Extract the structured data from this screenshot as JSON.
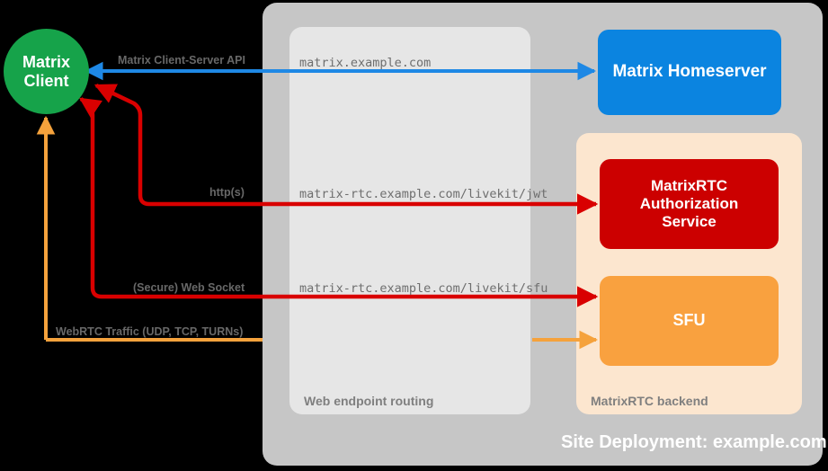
{
  "diagram": {
    "title": "Site Deployment: example.com",
    "containers": {
      "site_deployment": {
        "caption": "Site Deployment: example.com",
        "color": "#c6c6c6"
      },
      "web_endpoint_routing": {
        "caption": "Web endpoint routing",
        "color": "#e6e6e6"
      },
      "matrixrtc_backend": {
        "caption": "MatrixRTC backend",
        "color": "#fce6cf"
      }
    },
    "nodes": {
      "matrix_client": {
        "label_line1": "Matrix",
        "label_line2": "Client",
        "color": "#16a34a",
        "shape": "circle"
      },
      "matrix_homeserver": {
        "label": "Matrix Homeserver",
        "color": "#0b84e0",
        "shape": "rounded-rect"
      },
      "authorization_service": {
        "label_line1": "MatrixRTC",
        "label_line2": "Authorization",
        "label_line3": "Service",
        "color": "#cc0000",
        "shape": "rounded-rect"
      },
      "sfu": {
        "label": "SFU",
        "color": "#f9a13f",
        "shape": "rounded-rect"
      }
    },
    "endpoints": [
      {
        "name": "homeserver-endpoint",
        "url": "matrix.example.com"
      },
      {
        "name": "livekit-jwt-endpoint",
        "url": "matrix-rtc.example.com/livekit/jwt"
      },
      {
        "name": "livekit-sfu-endpoint",
        "url": "matrix-rtc.example.com/livekit/sfu"
      }
    ],
    "connections": [
      {
        "name": "client-server-api",
        "label": "Matrix Client-Server API",
        "color": "#1e88e5",
        "direction": "bidirectional"
      },
      {
        "name": "http-auth",
        "label": "http(s)",
        "color": "#d90000",
        "direction": "bidirectional"
      },
      {
        "name": "web-socket",
        "label": "(Secure) Web Socket",
        "color": "#d90000",
        "direction": "bidirectional"
      },
      {
        "name": "webrtc-traffic",
        "label": "WebRTC Traffic (UDP, TCP, TURNs)",
        "color": "#f5a23c",
        "direction": "bidirectional"
      }
    ]
  }
}
